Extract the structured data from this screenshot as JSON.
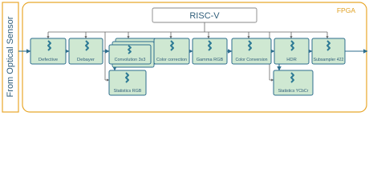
{
  "side_label": "From Optical Sensor",
  "fpga_label": "FPGA",
  "cpu": "RISC-V",
  "blocks": {
    "defective": "Defective",
    "debayer": "Debayer",
    "convolution": "Convolution 3x3",
    "color_correction": "Color correction",
    "gamma": "Gamma RGB",
    "color_conversion": "Color Conversion",
    "hdr": "HDR",
    "subsampler": "Subsampler 422",
    "stats_rgb": "Statistics RGB",
    "stats_ycbcr": "Statistics YCbCr"
  },
  "block_logo": "logo-icon",
  "colors": {
    "fpga_border": "#e8a72a",
    "fpga_label": "#e0a020",
    "block_fill": "#cfe8d2",
    "block_border": "#2d6e8e",
    "text": "#2f5d7a",
    "arrow": "#2d6e8e",
    "bus": "#666666",
    "logo": "#2d7a95"
  }
}
